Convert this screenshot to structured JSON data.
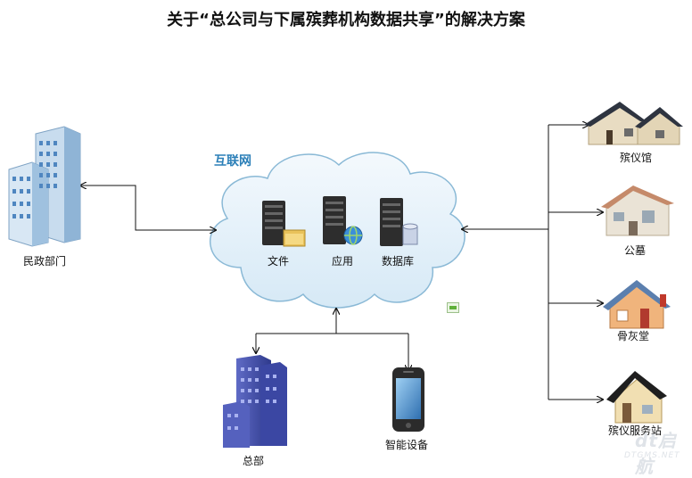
{
  "title": "关于“总公司与下属殡葬机构数据共享”的解决方案",
  "cloud": {
    "label": "互联网",
    "servers": [
      "文件",
      "应用",
      "数据库"
    ]
  },
  "nodes": {
    "civil_affairs": "民政部门",
    "headquarters": "总部",
    "smart_device": "智能设备",
    "funeral_home": "殡仪馆",
    "cemetery": "公墓",
    "columbarium": "骨灰堂",
    "service_station": "殡仪服务站"
  },
  "watermark": {
    "main": "dt启航",
    "sub": "DTGMS.NET"
  },
  "colors": {
    "cloud_fill": "#e6f2fa",
    "cloud_stroke": "#8ab9d6",
    "cloud_label": "#2b7fb8",
    "server_body": "#2d2d2d",
    "arrow": "#111111"
  }
}
